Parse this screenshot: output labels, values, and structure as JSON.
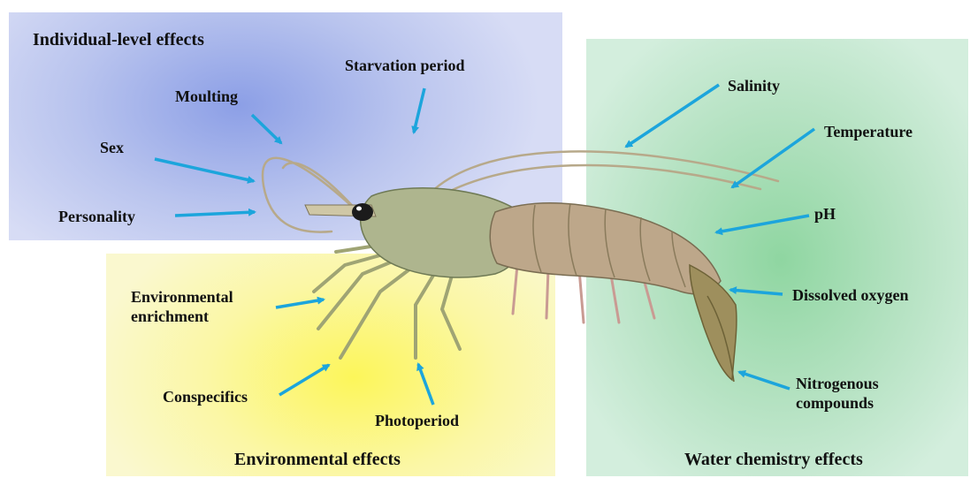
{
  "panels": {
    "individual": "Individual-level effects",
    "environmental": "Environmental effects",
    "water_chemistry": "Water chemistry effects"
  },
  "factors": {
    "starvation": "Starvation period",
    "moulting": "Moulting",
    "sex": "Sex",
    "personality": "Personality",
    "env_enrichment_1": "Environmental",
    "env_enrichment_2": "enrichment",
    "conspecifics": "Conspecifics",
    "photoperiod": "Photoperiod",
    "salinity": "Salinity",
    "temperature": "Temperature",
    "ph": "pH",
    "dissolved_oxygen": "Dissolved oxygen",
    "nitrogenous_1": "Nitrogenous",
    "nitrogenous_2": "compounds"
  },
  "colors": {
    "arrow": "#1ca5dc",
    "individual_panel": "#a9b7ec",
    "environmental_panel": "#fbf78a",
    "water_panel": "#b9e4c6",
    "shrimp_body": "#b9ae86"
  }
}
